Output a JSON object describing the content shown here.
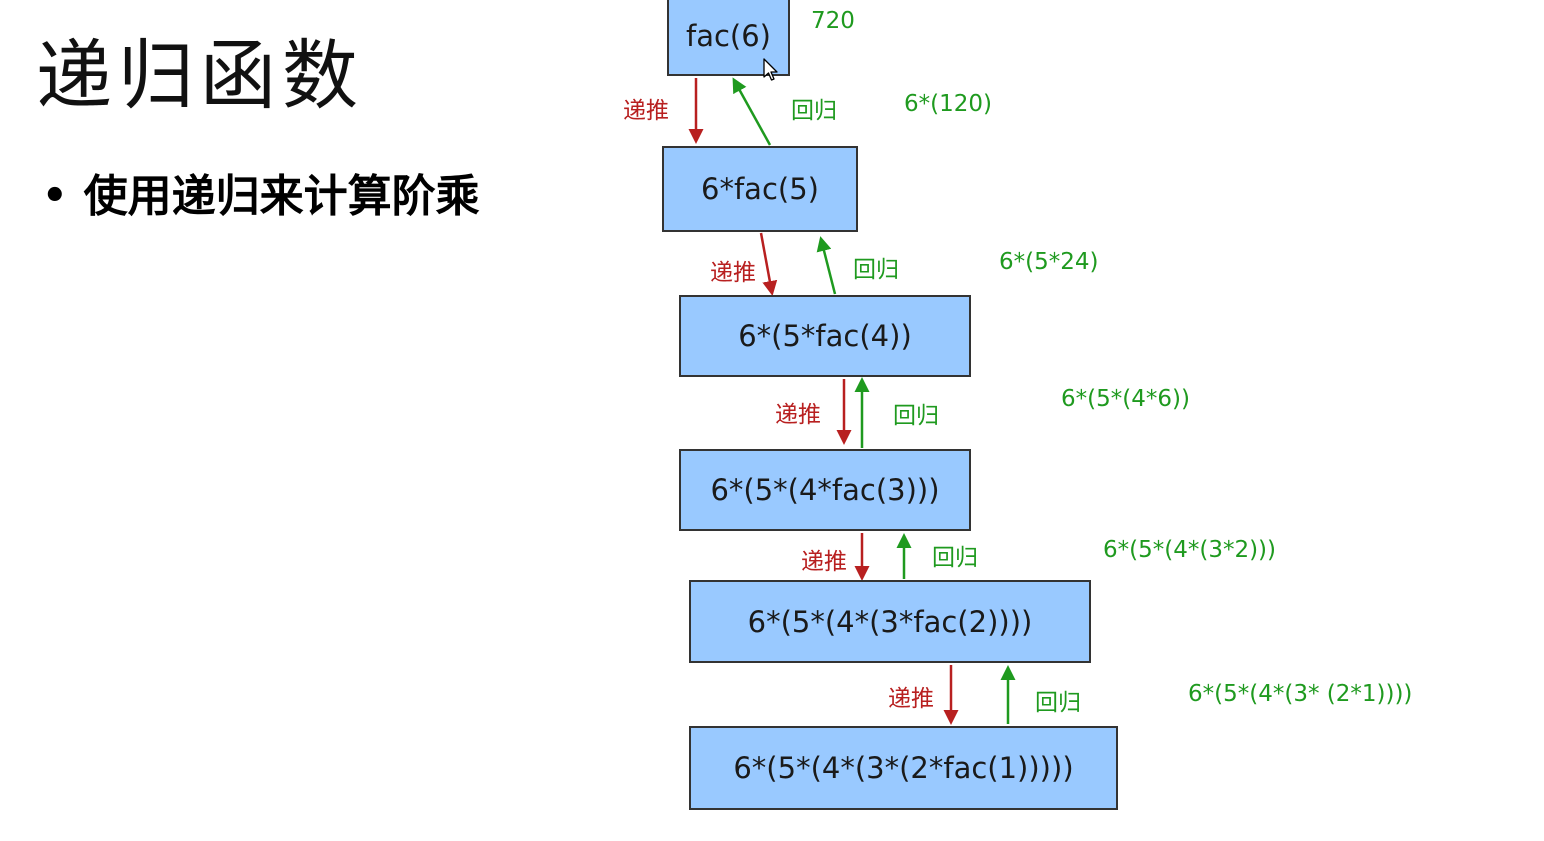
{
  "slide": {
    "title": "递归函数",
    "bullet_marker": "•",
    "bullet": "使用递归来计算阶乘"
  },
  "colors": {
    "box_fill": "#99c9ff",
    "box_border": "#333333",
    "recurse_arrow": "#b82020",
    "return_arrow": "#1f9a1f"
  },
  "diagram": {
    "boxes": [
      "fac(6)",
      "6*fac(5)",
      "6*(5*fac(4))",
      "6*(5*(4*fac(3)))",
      "6*(5*(4*(3*fac(2))))",
      "6*(5*(4*(3*(2*fac(1)))))"
    ],
    "recurse_label": "递推",
    "return_label": "回归",
    "result_values": [
      "720",
      "6*(120)",
      "6*(5*24)",
      "6*(5*(4*6))",
      "6*(5*(4*(3*2)))",
      "6*(5*(4*(3*  (2*1))))"
    ]
  }
}
